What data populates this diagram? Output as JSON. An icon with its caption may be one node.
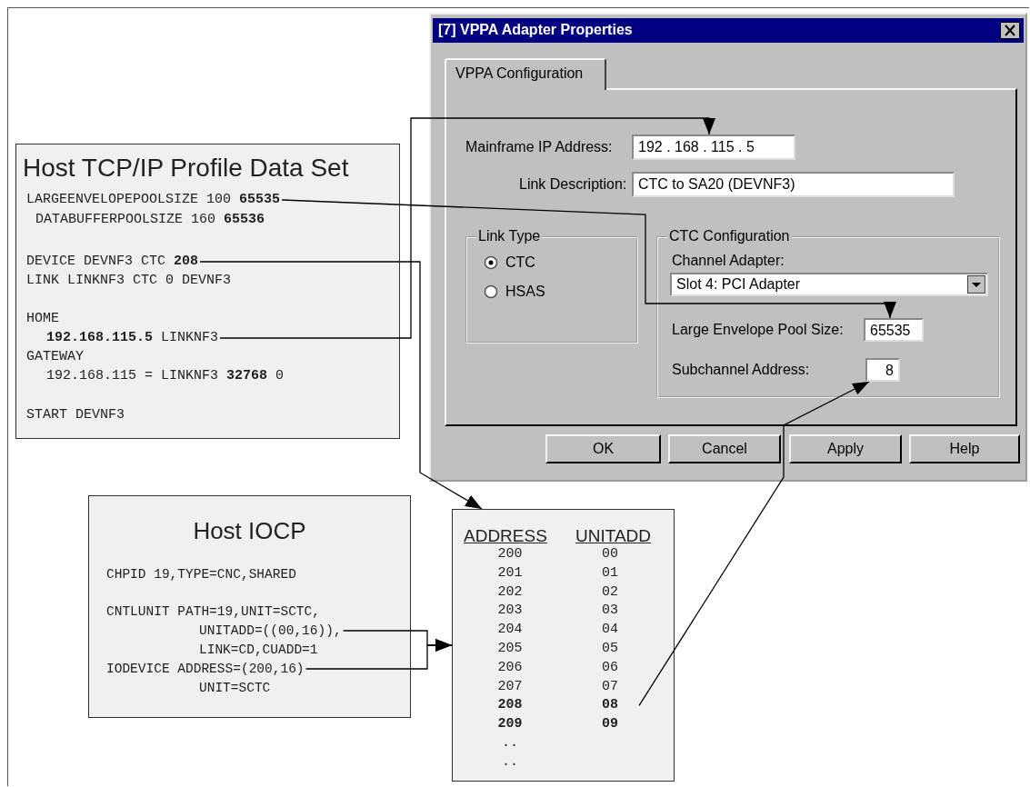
{
  "diagram": {
    "nodes": [
      {
        "text": [
          "Host TCP/IP Profile Data Set"
        ]
      },
      {
        "text": [
          "LARGEENVELOPEPOOLSIZE 100 **65535**"
        ],
        "in": 0
      },
      {
        "text": [
          "DATABUFFERPOOLSIZE 160 **65536**"
        ],
        "in": 0
      },
      {
        "text": [
          "DEVICE DEVNF3 CTC **208**"
        ],
        "in": 0
      },
      {
        "text": [
          "LINK LINKNF3 CTC 0 DEVNF3"
        ],
        "in": 0
      },
      {
        "text": [
          "HOME"
        ],
        "in": 0
      },
      {
        "text": [
          "**192.168.115.5** LINKNF3"
        ],
        "in": 0
      },
      {
        "text": [
          "GATEWAY"
        ],
        "in": 0
      },
      {
        "text": [
          "192.168.115 = LINKNF3 **32768** 0"
        ],
        "in": 0
      },
      {
        "text": [
          "START DEVNF3"
        ],
        "in": 0
      },
      {
        "text": [
          "[7] VPPA Adapter Properties"
        ]
      },
      {
        "text": [
          "VPPA Configuration"
        ],
        "in": 10
      },
      {
        "text": [
          "192 . 168 . 115 . 5"
        ],
        "beside": [
          "Mainframe IP Address:"
        ],
        "in": 10
      },
      {
        "text": [
          "CTC to SA20 (DEVNF3)"
        ],
        "beside": [
          "Link Description:"
        ],
        "in": 10
      },
      {
        "text": [
          "Link Type"
        ],
        "in": 10
      },
      {
        "text": [
          "CTC"
        ],
        "in": 14
      },
      {
        "text": [
          "HSAS"
        ],
        "in": 14
      },
      {
        "text": [
          "CTC Configuration"
        ],
        "in": 10
      },
      {
        "text": [
          "Slot 4: PCI Adapter"
        ],
        "beside": [
          "Channel Adapter:"
        ],
        "in": 17
      },
      {
        "text": [
          "65535"
        ],
        "beside": [
          "Large Envelope Pool Size:"
        ],
        "in": 17
      },
      {
        "text": [
          "8"
        ],
        "beside": [
          "Subchannel Address:"
        ],
        "in": 17
      },
      {
        "text": [
          "OK"
        ],
        "in": 10
      },
      {
        "text": [
          "Cancel"
        ],
        "in": 10
      },
      {
        "text": [
          "Apply"
        ],
        "in": 10
      },
      {
        "text": [
          "Help"
        ],
        "in": 10
      },
      {
        "text": [
          "Host IOCP"
        ]
      },
      {
        "text": [
          "CHPID 19,TYPE=CNC,SHARED"
        ],
        "in": 25
      },
      {
        "text": [
          "CNTLUNIT PATH=19,UNIT=SCTC,"
        ],
        "in": 25
      },
      {
        "text": [
          "UNITADD=((00,16)),"
        ],
        "in": 25
      },
      {
        "text": [
          "LINK=CD,CUADD=1"
        ],
        "in": 25
      },
      {
        "text": [
          "IODEVICE ADDRESS=(200,16)"
        ],
        "in": 25
      },
      {
        "text": [
          "UNIT=SCTC"
        ],
        "in": 25
      },
      {
        "text": [
          "ADDRESS",
          "UNITADD"
        ]
      },
      {
        "text": [
          "200",
          "00"
        ],
        "in": 32
      },
      {
        "text": [
          "201",
          "01"
        ],
        "in": 32
      },
      {
        "text": [
          "202",
          "02"
        ],
        "in": 32
      },
      {
        "text": [
          "203",
          "03"
        ],
        "in": 32
      },
      {
        "text": [
          "204",
          "04"
        ],
        "in": 32
      },
      {
        "text": [
          "205",
          "05"
        ],
        "in": 32
      },
      {
        "text": [
          "206",
          "06"
        ],
        "in": 32
      },
      {
        "text": [
          "207",
          "07"
        ],
        "in": 32
      },
      {
        "text": [
          "208",
          "08"
        ],
        "in": 32
      },
      {
        "text": [
          "209",
          "09"
        ],
        "in": 32
      },
      {
        "text": [
          ".."
        ],
        "in": 32
      },
      {
        "text": [
          ".."
        ],
        "in": 32
      }
    ],
    "edges": [
      {
        "from": 1,
        "to": 19,
        "arrow": "to"
      },
      {
        "from": 6,
        "to": 12,
        "arrow": "to"
      },
      {
        "from": 3,
        "to": 32,
        "arrow": "to"
      },
      {
        "from": 41,
        "to": 20,
        "arrow": "to"
      },
      {
        "from": 28,
        "to": 32,
        "arrow": "to"
      },
      {
        "from": 30,
        "to": 32,
        "arrow": "to"
      }
    ]
  }
}
